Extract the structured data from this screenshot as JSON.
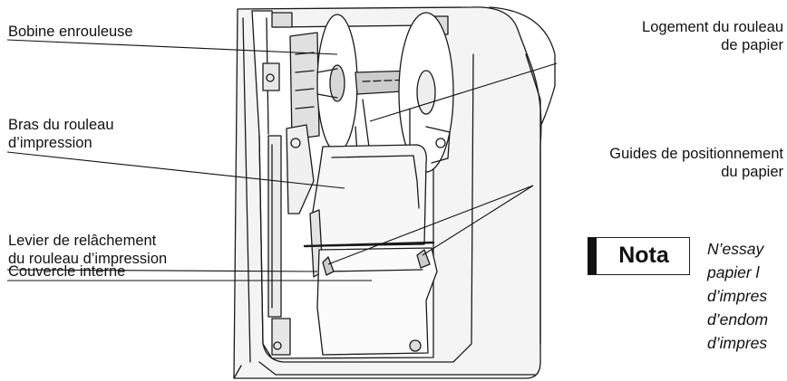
{
  "labels": {
    "take_up_spool": [
      "Bobine enrouleuse"
    ],
    "paper_roll_compartment": [
      "Logement du rouleau",
      "de papier"
    ],
    "print_roller_arm": [
      "Bras du rouleau",
      "d’impression"
    ],
    "paper_positioning_guides": [
      "Guides de positionnement",
      "du papier"
    ],
    "print_roller_release_lever": [
      "Levier de relâchement",
      "du rouleau d’impression"
    ],
    "inner_cover": [
      "Couvercle interne"
    ]
  },
  "note": {
    "label": "Nota",
    "lines": [
      "N’essay",
      "papier l",
      "d’impres",
      "d’endom",
      "d’impres"
    ]
  }
}
